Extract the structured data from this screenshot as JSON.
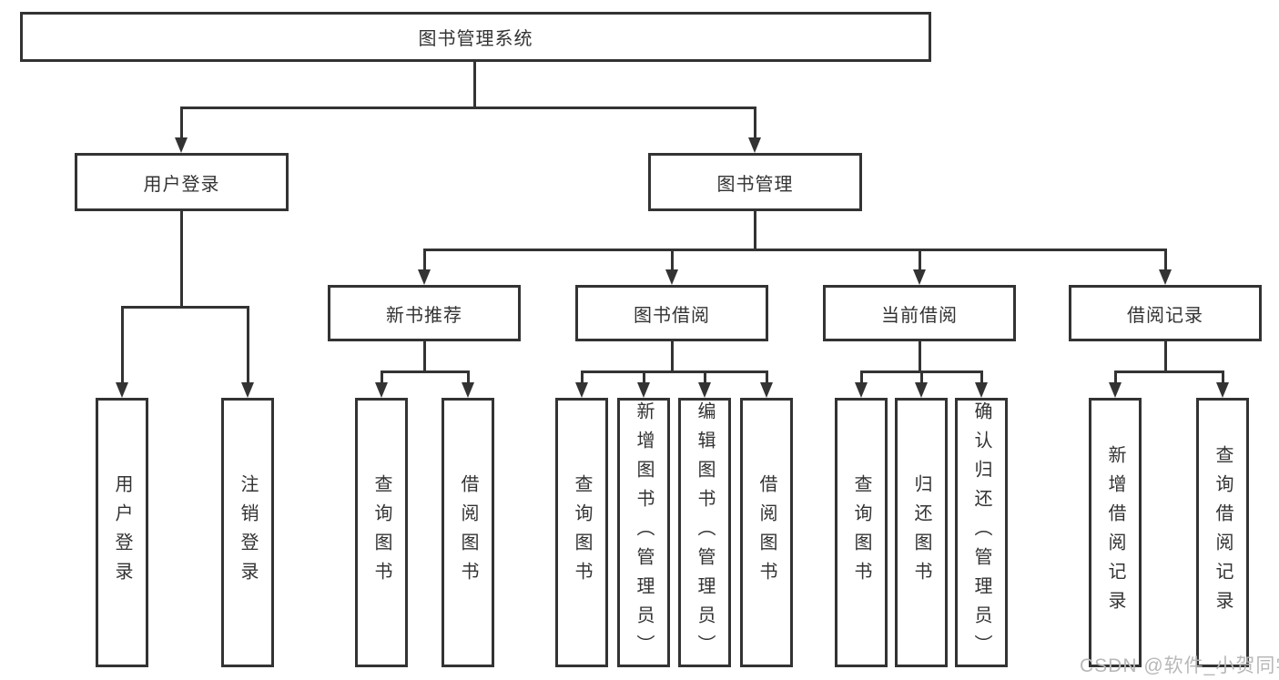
{
  "tree": {
    "root": "图书管理系统",
    "level2": [
      "用户登录",
      "图书管理"
    ],
    "level3": [
      "新书推荐",
      "图书借阅",
      "当前借阅",
      "借阅记录"
    ],
    "leaves_user_login": [
      "用户登录",
      "注销登录"
    ],
    "leaves_new_books": [
      "查询图书",
      "借阅图书"
    ],
    "leaves_borrow": [
      "查询图书",
      "新增图书（管理员）",
      "编辑图书（管理员）",
      "借阅图书"
    ],
    "leaves_current": [
      "查询图书",
      "归还图书",
      "确认归还（管理员）"
    ],
    "leaves_records": [
      "新增借阅记录",
      "查询借阅记录"
    ]
  },
  "watermark": "CSDN @软件_小贺同学",
  "colors": {
    "line": "#333333",
    "text": "#333333",
    "watermark": "#b8b8b8",
    "background": "#ffffff"
  }
}
